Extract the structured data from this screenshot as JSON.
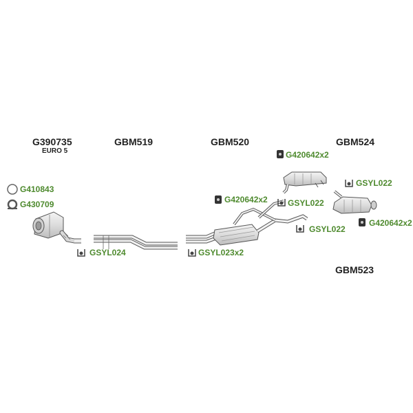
{
  "colors": {
    "accessory_text": "#4e8a2e",
    "label_text": "#222222",
    "part_fill": "#e8e8e8",
    "part_stroke": "#555555"
  },
  "parts": {
    "catalyst": {
      "code": "G390735",
      "note": "EURO 5"
    },
    "front_pipe": {
      "code": "GBM519"
    },
    "center_silencer": {
      "code": "GBM520"
    },
    "rear_silencer_upper": {
      "code": "GBM524"
    },
    "rear_silencer_lower": {
      "code": "GBM523"
    }
  },
  "accessories": {
    "gasket_ring": {
      "code": "G410843",
      "icon": "gasket-ring-icon"
    },
    "clamp_ring": {
      "code": "G430709",
      "icon": "clamp-icon"
    },
    "clamp_1": {
      "code": "GSYL024",
      "icon": "pipe-clamp-icon"
    },
    "clamp_2": {
      "code": "GSYL023x2",
      "icon": "pipe-clamp-icon"
    },
    "rubber_mount_1": {
      "code": "G420642x2",
      "icon": "rubber-mount-icon"
    },
    "clamp_3": {
      "code": "GSYL022",
      "icon": "pipe-clamp-icon"
    },
    "clamp_4": {
      "code": "GSYL022",
      "icon": "pipe-clamp-icon"
    },
    "rubber_mount_2": {
      "code": "G420642x2",
      "icon": "rubber-mount-icon"
    },
    "clamp_5": {
      "code": "GSYL022",
      "icon": "pipe-clamp-icon"
    },
    "rubber_mount_3": {
      "code": "G420642x2",
      "icon": "rubber-mount-icon"
    }
  }
}
